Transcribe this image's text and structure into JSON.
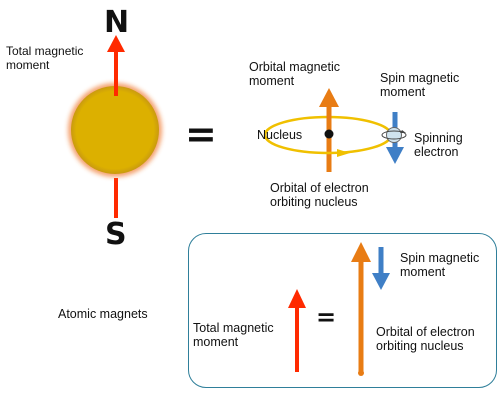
{
  "poles": {
    "north": "N",
    "south": "S"
  },
  "labels": {
    "total_moment_top": [
      "Total magnetic",
      "moment"
    ],
    "orbital_moment": [
      "Orbital magnetic",
      "moment"
    ],
    "spin_moment_top": [
      "Spin magnetic",
      "moment"
    ],
    "nucleus": "Nucleus",
    "spinning_electron": [
      "Spinning",
      "electron"
    ],
    "orbital_path": [
      "Orbital of electron",
      "orbiting nucleus"
    ],
    "atomic_magnets": "Atomic magnets",
    "total_moment_box": [
      "Total magnetic",
      "moment"
    ],
    "spin_moment_box": [
      "Spin magnetic",
      "moment"
    ],
    "orbital_box": [
      "Orbital of electron",
      "orbiting nucleus"
    ]
  },
  "symbols": {
    "equals": "="
  },
  "colors": {
    "red_arrow": "#ff2a00",
    "orange_arrow": "#e87c14",
    "blue_arrow": "#3f7fc6",
    "sphere": "#dcb000",
    "orbit": "#f0c000",
    "box_border": "#2f7f9a"
  }
}
